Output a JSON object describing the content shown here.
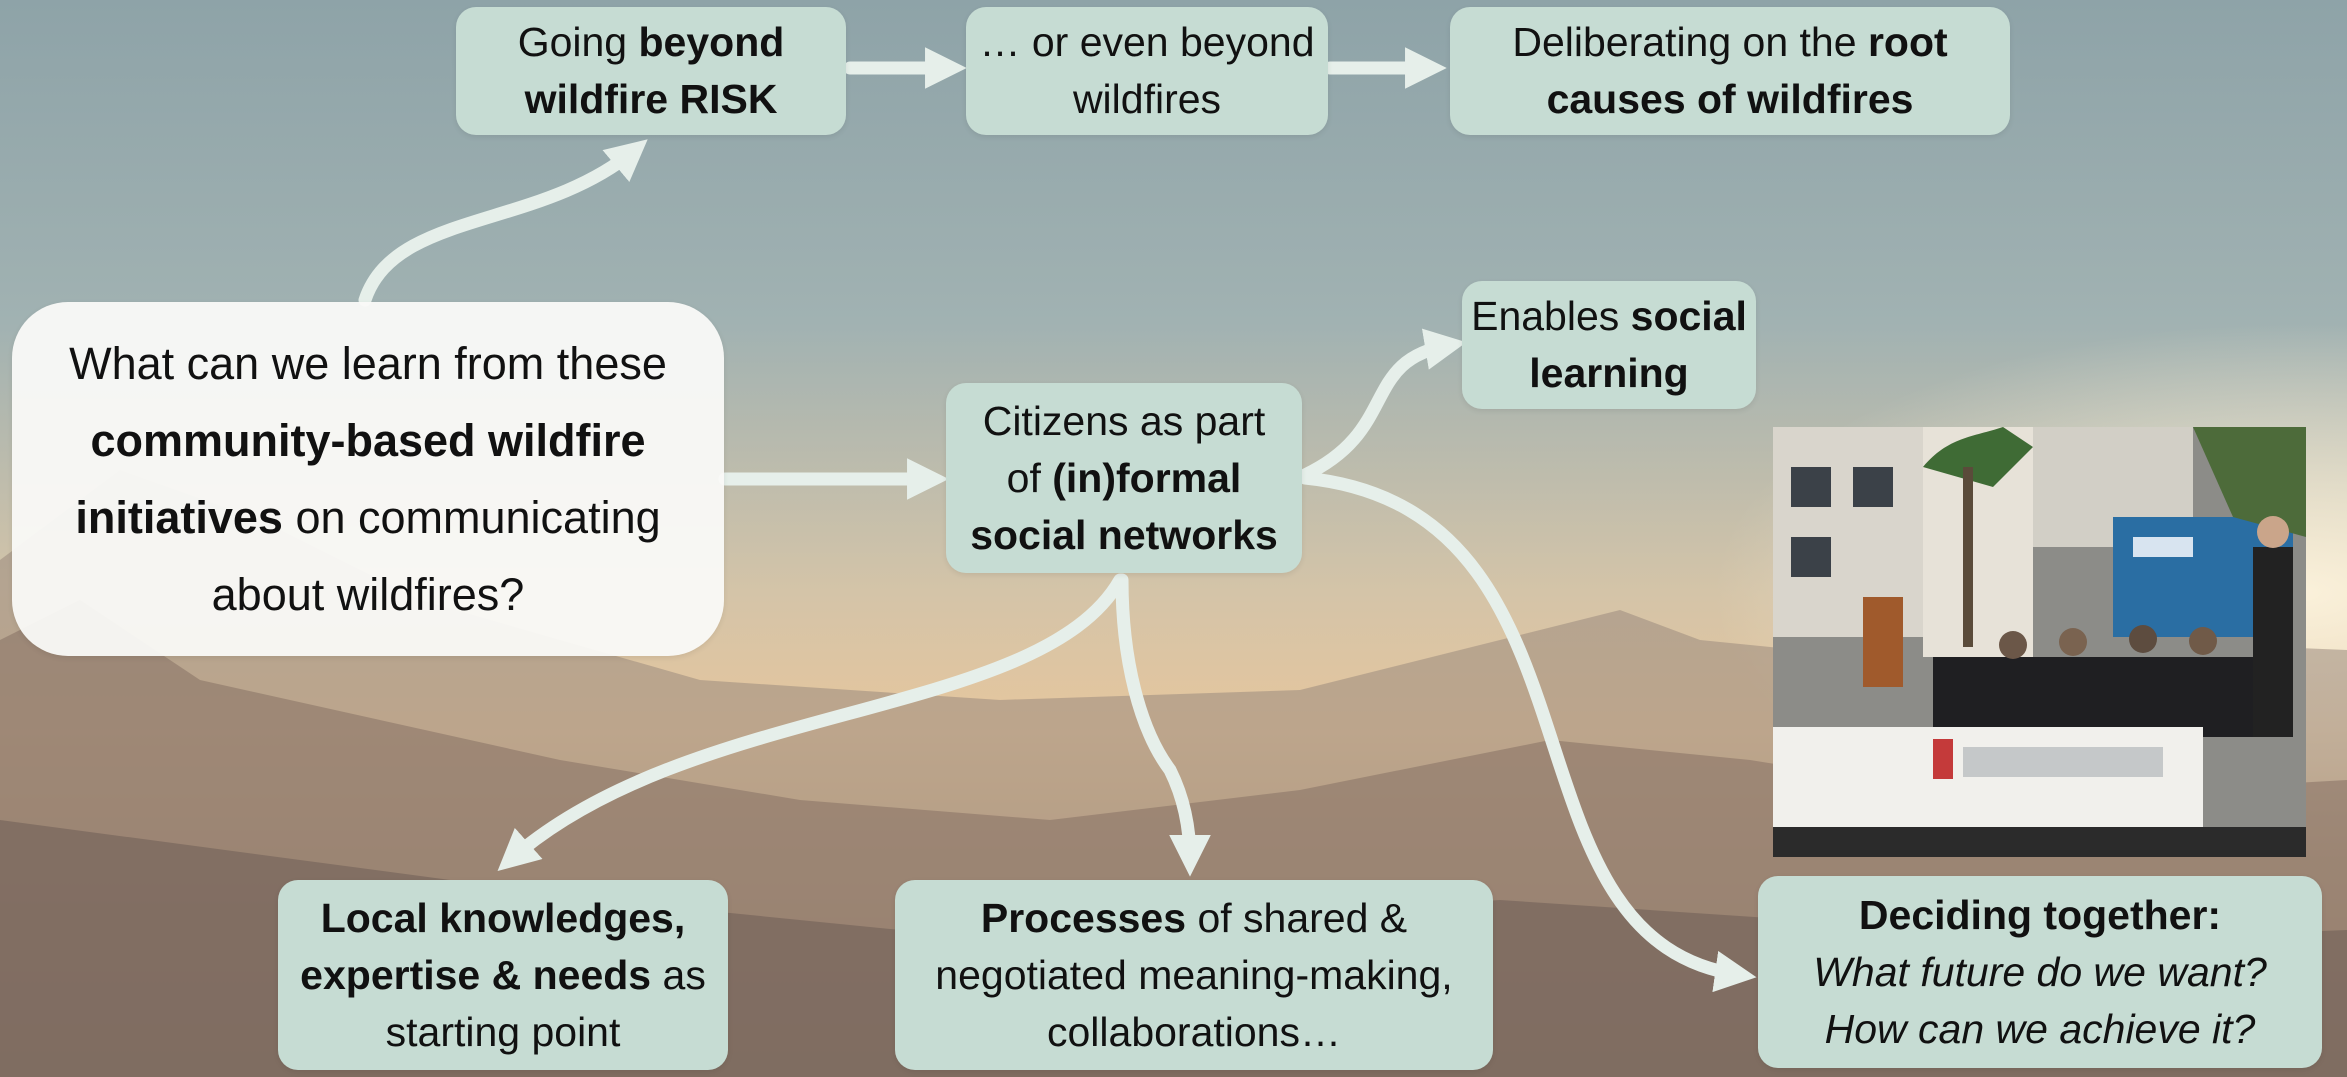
{
  "question": {
    "line1": "What can we learn from these",
    "line2_bold": "community-based wildfire",
    "line3_bold": "initiatives",
    "line3_rest": " on communicating",
    "line4": "about wildfires?"
  },
  "top_row": {
    "beyond_risk": {
      "line1_pre": "Going ",
      "line1_bold": "beyond",
      "line2_bold": "wildfire RISK"
    },
    "beyond_wildfires": {
      "line1": "… or even beyond",
      "line2": "wildfires"
    },
    "root_causes": {
      "line1_pre": "Deliberating on the ",
      "line1_bold": "root",
      "line2_bold": "causes of wildfires"
    }
  },
  "citizens": {
    "line1": "Citizens as part",
    "line2_pre": "of ",
    "line2_bold": "(in)formal",
    "line3_bold": "social networks"
  },
  "social_learning": {
    "line1_pre": "Enables ",
    "line1_bold": "social",
    "line2_bold": "learning"
  },
  "local_knowledge": {
    "line1_bold": "Local knowledges,",
    "line2_bold": "expertise & needs",
    "line2_rest": " as",
    "line3": "starting point"
  },
  "processes": {
    "line1_bold": "Processes",
    "line1_rest": " of shared &",
    "line2": "negotiated meaning-making,",
    "line3": "collaborations…"
  },
  "deciding": {
    "line1_bold": "Deciding together:",
    "line2_italic": "What future do we want?",
    "line3_italic": "How can we achieve it?"
  },
  "photo": {
    "icon": "event-photo",
    "description_visible": false
  },
  "colors": {
    "box_fill": "#c6dcd3",
    "question_fill": "#f9f9f7",
    "arrow": "#e6efea",
    "sky_top": "#8ea4a9",
    "sky_horizon": "#e7c9a0"
  }
}
